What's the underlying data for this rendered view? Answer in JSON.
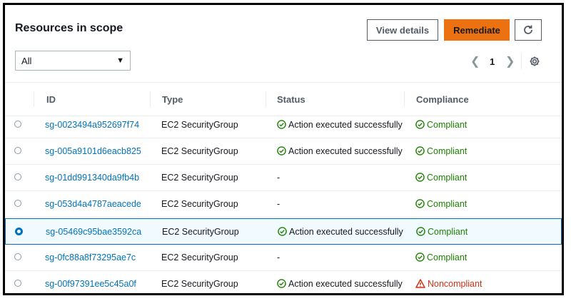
{
  "header": {
    "title": "Resources in scope",
    "view_details_label": "View details",
    "remediate_label": "Remediate"
  },
  "filter": {
    "selected": "All"
  },
  "pagination": {
    "current_page": "1"
  },
  "table": {
    "columns": [
      "ID",
      "Type",
      "Status",
      "Compliance"
    ],
    "rows": [
      {
        "id": "sg-0023494a952697f74",
        "type": "EC2 SecurityGroup",
        "status": "Action executed successfully",
        "compliance": "Compliant"
      },
      {
        "id": "sg-005a9101d6eacb825",
        "type": "EC2 SecurityGroup",
        "status": "Action executed successfully",
        "compliance": "Compliant"
      },
      {
        "id": "sg-01dd991340da9fb4b",
        "type": "EC2 SecurityGroup",
        "status": "-",
        "compliance": "Compliant"
      },
      {
        "id": "sg-053d4a4787aeacede",
        "type": "EC2 SecurityGroup",
        "status": "-",
        "compliance": "Compliant"
      },
      {
        "id": "sg-05469c95bae3592ca",
        "type": "EC2 SecurityGroup",
        "status": "Action executed successfully",
        "compliance": "Compliant"
      },
      {
        "id": "sg-0fc88a8f73295ae7c",
        "type": "EC2 SecurityGroup",
        "status": "-",
        "compliance": "Compliant"
      },
      {
        "id": "sg-00f97391ee5c45a0f",
        "type": "EC2 SecurityGroup",
        "status": "Action executed successfully",
        "compliance": "Noncompliant"
      }
    ]
  },
  "colors": {
    "accent": "#ec7211",
    "link": "#0073bb",
    "success": "#1d8102",
    "error": "#d13212"
  },
  "icons": {
    "refresh": "refresh-icon",
    "settings": "gear-icon",
    "success": "check-circle-icon",
    "warning": "warning-triangle-icon"
  }
}
